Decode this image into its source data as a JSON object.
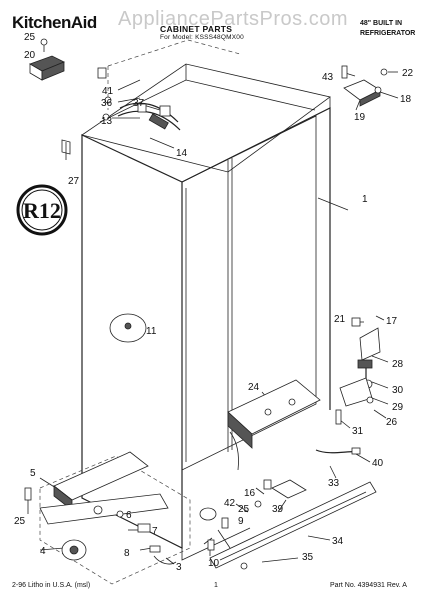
{
  "header": {
    "brand": "KitchenAid",
    "watermark": "AppliancePartsPros.com",
    "title": "CABINET PARTS",
    "for_series": "For Model: KSSS48QMX00",
    "model_line1": "48\" BUILT IN",
    "model_line2": "REFRIGERATOR"
  },
  "stamp": {
    "text": "R12"
  },
  "callouts": [
    "25",
    "20",
    "41",
    "36",
    "37",
    "13",
    "14",
    "27",
    "43",
    "22",
    "19",
    "18",
    "1",
    "11",
    "21",
    "17",
    "28",
    "30",
    "29",
    "26",
    "31",
    "24",
    "40",
    "33",
    "16",
    "9",
    "42",
    "25",
    "39",
    "5",
    "6",
    "7",
    "8",
    "4",
    "3",
    "10",
    "34",
    "35",
    "25"
  ],
  "footer": {
    "litho": "2-96 Litho in U.S.A. (msl)",
    "page": "1",
    "part_no": "Part No. 4394931 Rev. A"
  }
}
